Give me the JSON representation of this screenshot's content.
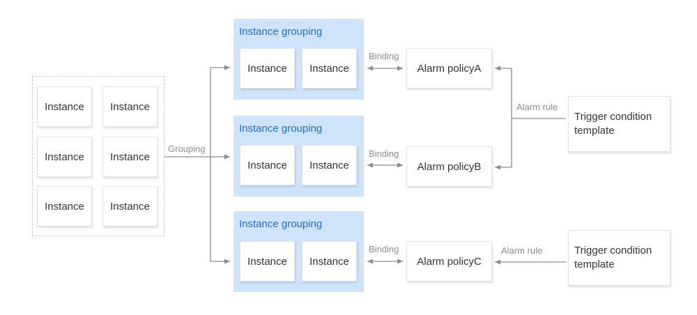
{
  "instance_label": "Instance",
  "grouping_label": "Grouping",
  "group_title": "Instance grouping",
  "binding_label": "Binding",
  "alarm_rule_label": "Alarm rule",
  "policies": [
    "Alarm policyA",
    "Alarm policyB",
    "Alarm policyC"
  ],
  "trigger_template": "Trigger condition template",
  "colors": {
    "group_fill": "#cfe3fb",
    "group_title": "#1c6fd6",
    "connector": "#8c8c8c",
    "dashed_border": "#c9c9c9"
  }
}
